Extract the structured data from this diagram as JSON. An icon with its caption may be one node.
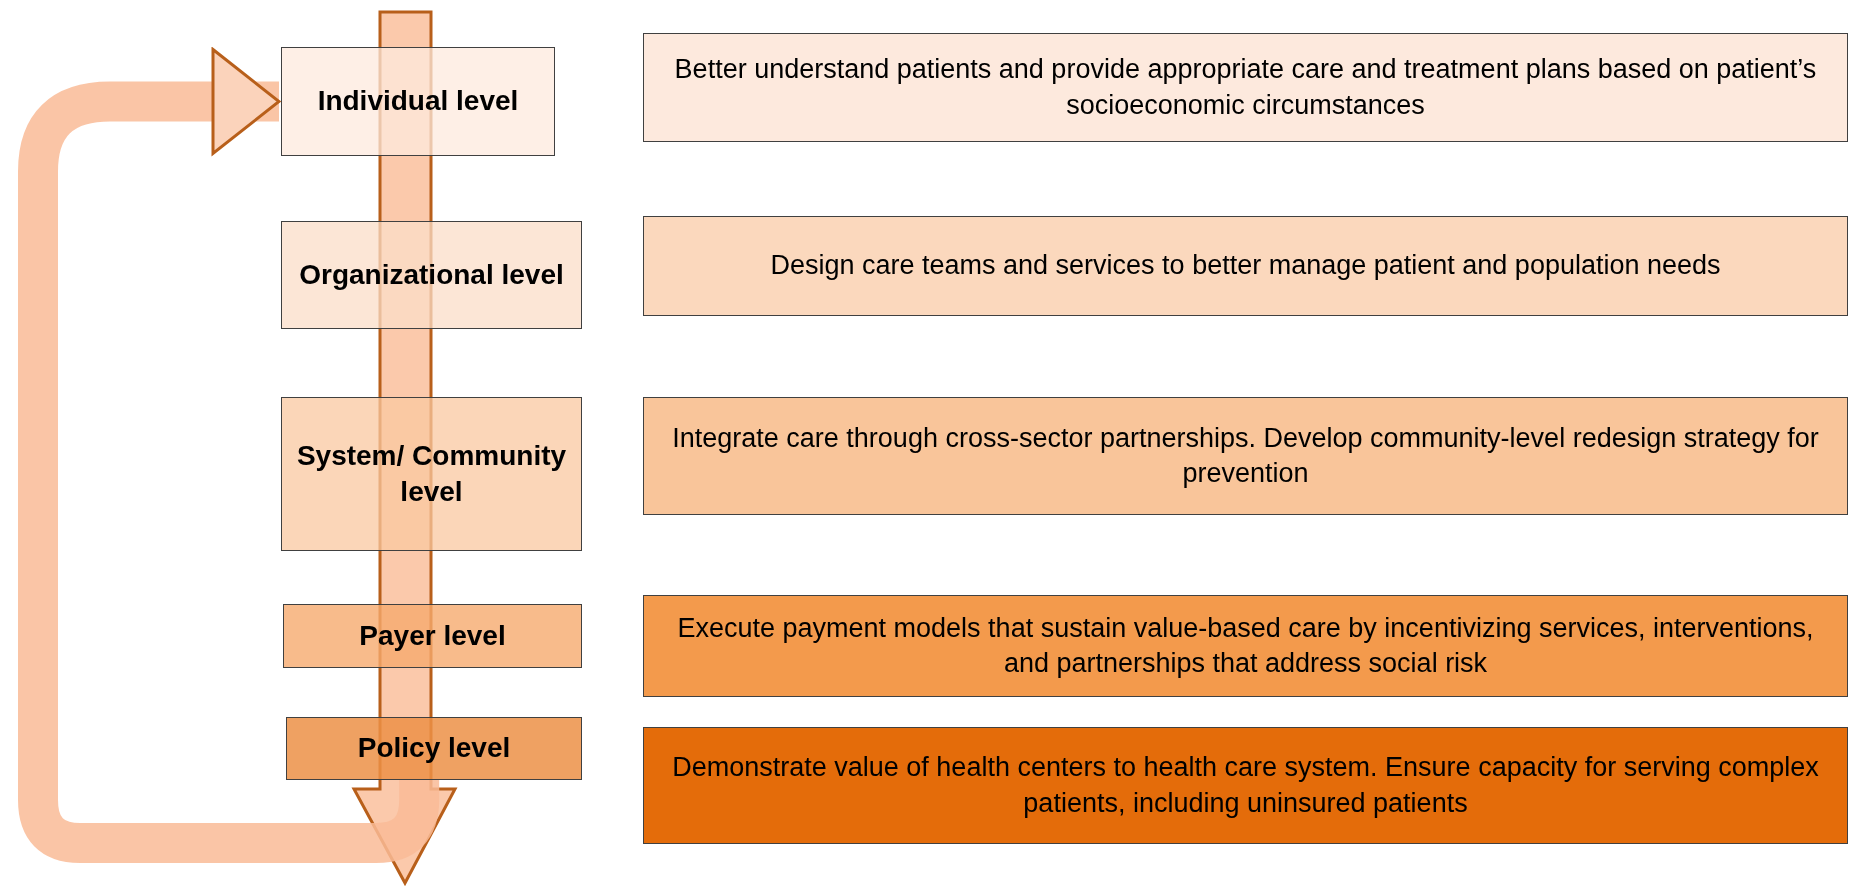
{
  "diagram": {
    "nodes": [
      {
        "text": [
          "Individual level"
        ]
      },
      {
        "text": [
          "Organizational level"
        ]
      },
      {
        "text": [
          "System/ Community level"
        ]
      },
      {
        "text": [
          "Payer level"
        ]
      },
      {
        "text": [
          "Policy level"
        ]
      },
      {
        "text": [
          "Better understand patients and provide appropriate care and treatment plans based on patient’s socioeconomic circumstances"
        ]
      },
      {
        "text": [
          "Design care teams and services to better manage patient and population needs"
        ]
      },
      {
        "text": [
          "Integrate care through cross-sector partnerships.  Develop community-level redesign strategy for prevention"
        ]
      },
      {
        "text": [
          "Execute payment models that sustain value-based care by incentivizing services, interventions, and partnerships that address social risk"
        ]
      },
      {
        "text": [
          "Demonstrate value of health centers to health care system. Ensure capacity for serving complex patients, including uninsured patients"
        ]
      }
    ],
    "edges": [
      {
        "from": 4,
        "to": 0,
        "arrow": "to"
      }
    ]
  }
}
